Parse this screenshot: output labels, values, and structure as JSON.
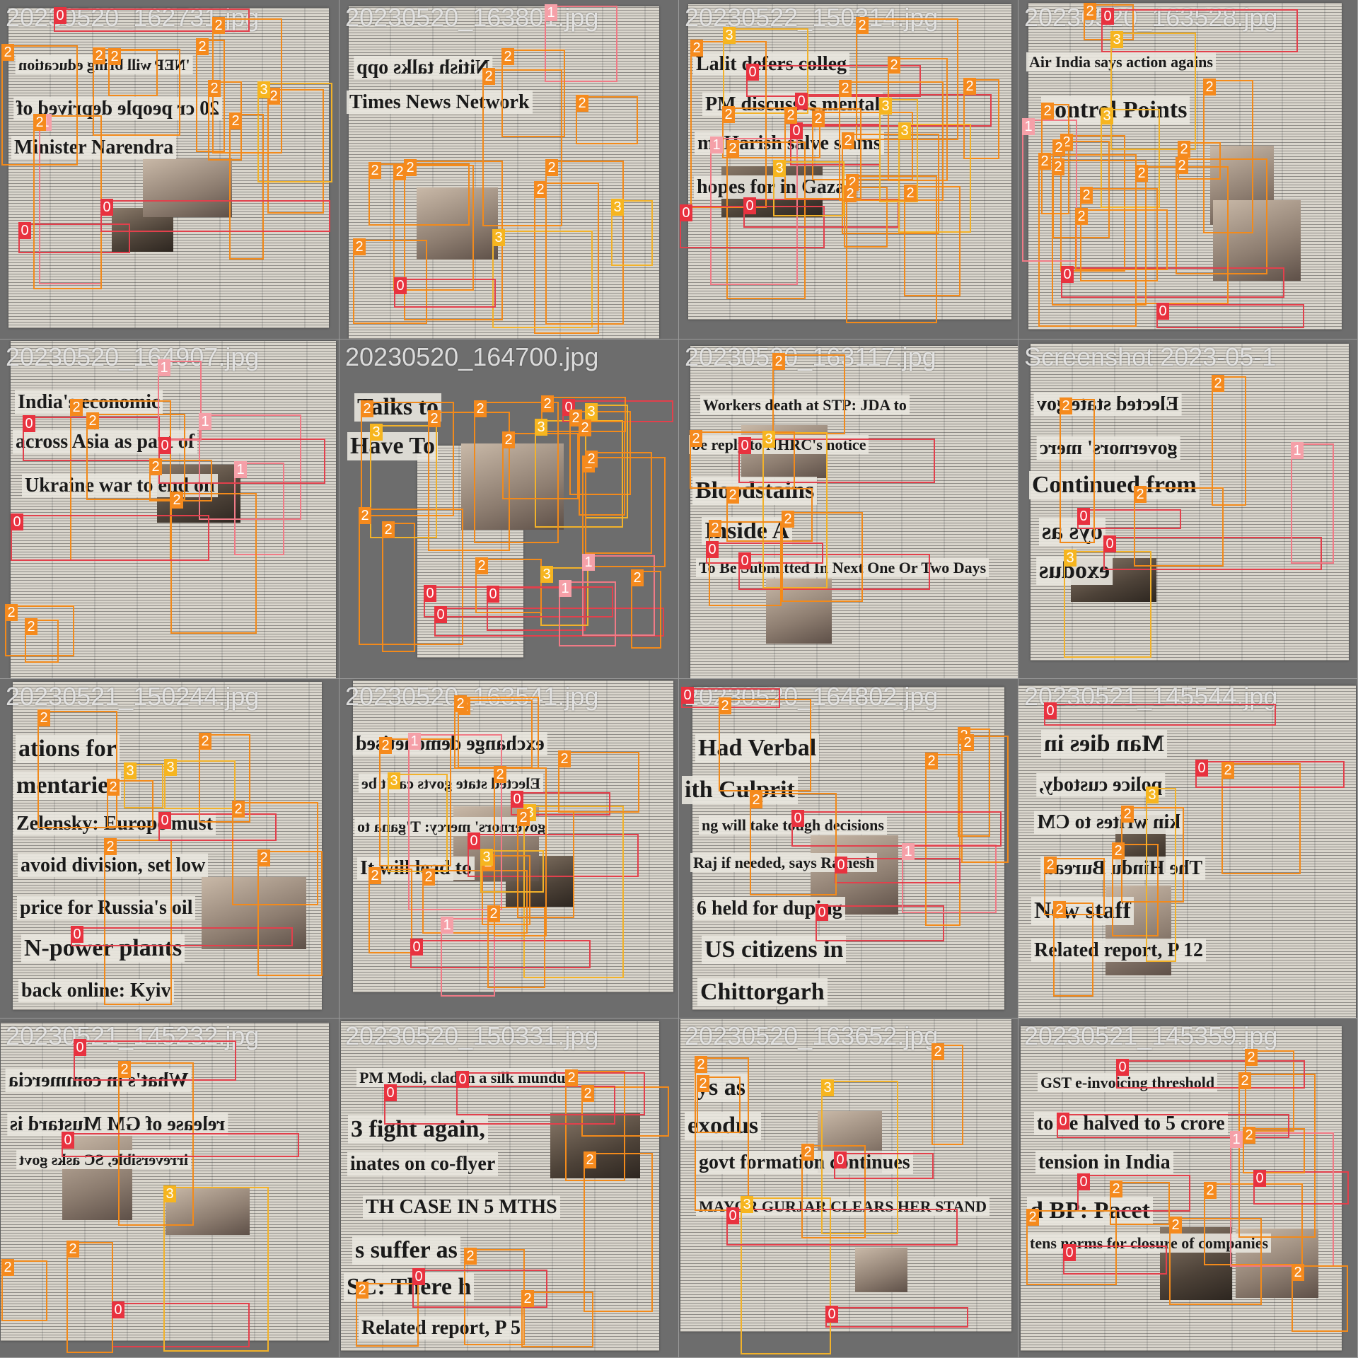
{
  "class_colors": {
    "0": "#e8323f",
    "1": "#f5a0a8",
    "2": "#f58a1d",
    "3": "#f6b51f"
  },
  "tiles": [
    {
      "id": "t00",
      "col": 0,
      "row": 0,
      "filename": "20230520_162731.jpg",
      "headlines": [
        {
          "text": "'NEP will bring education",
          "mirrored": true
        },
        {
          "text": "20 cr people deprived of",
          "mirrored": true
        },
        {
          "text": "Minister Narendra",
          "mirrored": false
        }
      ],
      "labels": [
        {
          "c": "2"
        },
        {
          "c": "2"
        },
        {
          "c": "1"
        },
        {
          "c": "2"
        },
        {
          "c": "0"
        },
        {
          "c": "0"
        },
        {
          "c": "2"
        },
        {
          "c": "3"
        },
        {
          "c": "2"
        },
        {
          "c": "2"
        },
        {
          "c": "2"
        },
        {
          "c": "2"
        },
        {
          "c": "0"
        },
        {
          "c": "2"
        }
      ]
    },
    {
      "id": "t01",
      "col": 1,
      "row": 0,
      "filename": "20230520_163801.jpg",
      "headlines": [
        {
          "text": "Nitish talks opp",
          "mirrored": true
        },
        {
          "text": "Times News Network",
          "mirrored": false
        }
      ],
      "labels": [
        {
          "c": "2"
        },
        {
          "c": "3"
        },
        {
          "c": "2"
        },
        {
          "c": "2"
        },
        {
          "c": "2"
        },
        {
          "c": "2"
        },
        {
          "c": "1"
        },
        {
          "c": "2"
        },
        {
          "c": "2"
        },
        {
          "c": "0"
        },
        {
          "c": "2"
        },
        {
          "c": "3"
        },
        {
          "c": "2"
        }
      ]
    },
    {
      "id": "t02",
      "col": 2,
      "row": 0,
      "filename": "20230522_150314.jpg",
      "headlines": [
        {
          "text": "Lalit defers colleg",
          "mirrored": false
        },
        {
          "text": "PM discusses mental",
          "mirrored": false
        },
        {
          "text": "m, Harish salve slams",
          "mirrored": false
        },
        {
          "text": "hopes for in Gaza",
          "mirrored": false
        }
      ],
      "labels": [
        {
          "c": "2"
        },
        {
          "c": "2"
        },
        {
          "c": "0"
        },
        {
          "c": "2"
        },
        {
          "c": "0"
        },
        {
          "c": "0"
        },
        {
          "c": "3"
        },
        {
          "c": "2"
        },
        {
          "c": "1"
        },
        {
          "c": "3"
        },
        {
          "c": "2"
        },
        {
          "c": "2"
        },
        {
          "c": "2"
        },
        {
          "c": "0"
        },
        {
          "c": "0"
        },
        {
          "c": "2"
        },
        {
          "c": "2"
        },
        {
          "c": "2"
        },
        {
          "c": "3"
        },
        {
          "c": "3"
        },
        {
          "c": "2"
        },
        {
          "c": "2"
        },
        {
          "c": "2"
        }
      ]
    },
    {
      "id": "t03",
      "col": 3,
      "row": 0,
      "filename": "20230520_163528.jpg",
      "headlines": [
        {
          "text": "Air India says action agains",
          "mirrored": false
        },
        {
          "text": "control Points",
          "mirrored": false
        }
      ],
      "labels": [
        {
          "c": "2"
        },
        {
          "c": "2"
        },
        {
          "c": "2"
        },
        {
          "c": "2"
        },
        {
          "c": "0"
        },
        {
          "c": "0"
        },
        {
          "c": "1"
        },
        {
          "c": "2"
        },
        {
          "c": "2"
        },
        {
          "c": "3"
        },
        {
          "c": "2"
        },
        {
          "c": "2"
        },
        {
          "c": "2"
        },
        {
          "c": "2"
        },
        {
          "c": "3"
        },
        {
          "c": "2"
        },
        {
          "c": "0"
        },
        {
          "c": "2"
        }
      ]
    },
    {
      "id": "t10",
      "col": 0,
      "row": 1,
      "filename": "20230520_164907.jpg",
      "headlines": [
        {
          "text": "India's economic",
          "mirrored": false
        },
        {
          "text": "across Asia as part of",
          "mirrored": false
        },
        {
          "text": "Ukraine war to end on",
          "mirrored": false
        }
      ],
      "labels": [
        {
          "c": "1"
        },
        {
          "c": "2"
        },
        {
          "c": "1"
        },
        {
          "c": "0"
        },
        {
          "c": "2"
        },
        {
          "c": "2"
        },
        {
          "c": "2"
        },
        {
          "c": "0"
        },
        {
          "c": "0"
        },
        {
          "c": "2"
        },
        {
          "c": "2"
        },
        {
          "c": "1"
        }
      ]
    },
    {
      "id": "t11",
      "col": 1,
      "row": 1,
      "filename": "20230520_164700.jpg",
      "headlines": [
        {
          "text": "Talks to",
          "mirrored": false
        },
        {
          "text": "Have To",
          "mirrored": false
        }
      ],
      "labels": [
        {
          "c": "2"
        },
        {
          "c": "3"
        },
        {
          "c": "2"
        },
        {
          "c": "2"
        },
        {
          "c": "0"
        },
        {
          "c": "0"
        },
        {
          "c": "0"
        },
        {
          "c": "1"
        },
        {
          "c": "2"
        },
        {
          "c": "2"
        },
        {
          "c": "3"
        },
        {
          "c": "2"
        },
        {
          "c": "2"
        },
        {
          "c": "2"
        },
        {
          "c": "2"
        },
        {
          "c": "3"
        },
        {
          "c": "0"
        },
        {
          "c": "2"
        },
        {
          "c": "3"
        },
        {
          "c": "2"
        },
        {
          "c": "2"
        },
        {
          "c": "1"
        },
        {
          "c": "2"
        }
      ]
    },
    {
      "id": "t12",
      "col": 2,
      "row": 1,
      "filename": "20230520_163117.jpg",
      "headlines": [
        {
          "text": "Workers death at STP: JDA to",
          "mirrored": false
        },
        {
          "text": "be reply to NHRC's notice",
          "mirrored": false
        },
        {
          "text": "Bloodstains",
          "mirrored": false
        },
        {
          "text": "Inside A",
          "mirrored": false
        },
        {
          "text": "To Be Submitted In Next One Or Two Days",
          "mirrored": false
        }
      ],
      "labels": [
        {
          "c": "0"
        },
        {
          "c": "0"
        },
        {
          "c": "0"
        },
        {
          "c": "2"
        },
        {
          "c": "3"
        },
        {
          "c": "2"
        },
        {
          "c": "2"
        },
        {
          "c": "2"
        },
        {
          "c": "2"
        }
      ]
    },
    {
      "id": "t13",
      "col": 3,
      "row": 1,
      "filename": "Screenshot 2023-05-1",
      "headlines": [
        {
          "text": "Elected state gov",
          "mirrored": true
        },
        {
          "text": "governors' merc",
          "mirrored": true
        },
        {
          "text": "Continued from",
          "mirrored": false
        },
        {
          "text": "oys as",
          "mirrored": true
        },
        {
          "text": "exodus",
          "mirrored": true
        }
      ],
      "labels": [
        {
          "c": "0"
        },
        {
          "c": "0"
        },
        {
          "c": "1"
        },
        {
          "c": "3"
        },
        {
          "c": "2"
        },
        {
          "c": "2"
        },
        {
          "c": "2"
        }
      ]
    },
    {
      "id": "t20",
      "col": 0,
      "row": 2,
      "filename": "20230521_150244.jpg",
      "headlines": [
        {
          "text": "ations for",
          "mirrored": false
        },
        {
          "text": "mentaries",
          "mirrored": false
        },
        {
          "text": "Zelensky: Europe must",
          "mirrored": false
        },
        {
          "text": "avoid division, set low",
          "mirrored": false
        },
        {
          "text": "price for Russia's oil",
          "mirrored": false
        },
        {
          "text": "N-power plants",
          "mirrored": false
        },
        {
          "text": "back online: Kyiv",
          "mirrored": false
        }
      ],
      "labels": [
        {
          "c": "2"
        },
        {
          "c": "2"
        },
        {
          "c": "0"
        },
        {
          "c": "0"
        },
        {
          "c": "3"
        },
        {
          "c": "2"
        },
        {
          "c": "2"
        },
        {
          "c": "2"
        },
        {
          "c": "3"
        },
        {
          "c": "2"
        }
      ]
    },
    {
      "id": "t21",
      "col": 1,
      "row": 2,
      "filename": "20230520_163541.jpg",
      "headlines": [
        {
          "text": "exchange demonetised",
          "mirrored": true
        },
        {
          "text": "Elected state govts can't be",
          "mirrored": true
        },
        {
          "text": "governors' mercy: T'gana to",
          "mirrored": true
        },
        {
          "text": "It will lead to",
          "mirrored": false
        }
      ],
      "labels": [
        {
          "c": "0"
        },
        {
          "c": "1"
        },
        {
          "c": "2"
        },
        {
          "c": "3"
        },
        {
          "c": "2"
        },
        {
          "c": "2"
        },
        {
          "c": "0"
        },
        {
          "c": "0"
        },
        {
          "c": "2"
        },
        {
          "c": "1"
        },
        {
          "c": "3"
        },
        {
          "c": "2"
        },
        {
          "c": "2"
        },
        {
          "c": "2"
        },
        {
          "c": "2"
        },
        {
          "c": "3"
        },
        {
          "c": "2"
        },
        {
          "c": "2"
        }
      ]
    },
    {
      "id": "t22",
      "col": 2,
      "row": 2,
      "filename": "20230520_164802.jpg",
      "headlines": [
        {
          "text": "Had Verbal",
          "mirrored": false
        },
        {
          "text": "ith Culprit",
          "mirrored": false
        },
        {
          "text": "ng will take tough decisions",
          "mirrored": false
        },
        {
          "text": "Raj if needed, says Ramesh",
          "mirrored": false
        },
        {
          "text": "6 held for duping",
          "mirrored": false
        },
        {
          "text": "US citizens in",
          "mirrored": false
        },
        {
          "text": "Chittorgarh",
          "mirrored": false
        }
      ],
      "labels": [
        {
          "c": "0"
        },
        {
          "c": "1"
        },
        {
          "c": "2"
        },
        {
          "c": "2"
        },
        {
          "c": "2"
        },
        {
          "c": "2"
        },
        {
          "c": "0"
        },
        {
          "c": "0"
        },
        {
          "c": "0"
        },
        {
          "c": "2"
        }
      ]
    },
    {
      "id": "t23",
      "col": 3,
      "row": 2,
      "filename": "20230521_145544.jpg",
      "headlines": [
        {
          "text": "Man dies in",
          "mirrored": true
        },
        {
          "text": "police custody,",
          "mirrored": true
        },
        {
          "text": "kin writes to CM",
          "mirrored": true
        },
        {
          "text": "The Hindu Bureau",
          "mirrored": true
        },
        {
          "text": "New staff",
          "mirrored": false
        },
        {
          "text": "Related report, P 12",
          "mirrored": false
        }
      ],
      "labels": [
        {
          "c": "2"
        },
        {
          "c": "2"
        },
        {
          "c": "0"
        },
        {
          "c": "0"
        },
        {
          "c": "2"
        },
        {
          "c": "3"
        },
        {
          "c": "2"
        },
        {
          "c": "2"
        }
      ]
    },
    {
      "id": "t30",
      "col": 0,
      "row": 3,
      "filename": "20230521_145232.jpg",
      "headlines": [
        {
          "text": "What's in commercia",
          "mirrored": true
        },
        {
          "text": "release of GM Mustard is",
          "mirrored": true
        },
        {
          "text": "irreversible, SC asks govt",
          "mirrored": true
        }
      ],
      "labels": [
        {
          "c": "0"
        },
        {
          "c": "0"
        },
        {
          "c": "3"
        },
        {
          "c": "2"
        },
        {
          "c": "0"
        },
        {
          "c": "2"
        },
        {
          "c": "2"
        }
      ]
    },
    {
      "id": "t31",
      "col": 1,
      "row": 3,
      "filename": "20230520_150331.jpg",
      "headlines": [
        {
          "text": "PM Modi, clad in a silk mundu,",
          "mirrored": false
        },
        {
          "text": "3 fight again,",
          "mirrored": false
        },
        {
          "text": "inates on co-flyer",
          "mirrored": false
        },
        {
          "text": "TH CASE IN 5 MTHS",
          "mirrored": false
        },
        {
          "text": "s suffer as",
          "mirrored": false
        },
        {
          "text": "SC: There h",
          "mirrored": false
        },
        {
          "text": "Related report, P 5",
          "mirrored": false
        }
      ],
      "labels": [
        {
          "c": "2"
        },
        {
          "c": "2"
        },
        {
          "c": "2"
        },
        {
          "c": "0"
        },
        {
          "c": "2"
        },
        {
          "c": "2"
        },
        {
          "c": "2"
        },
        {
          "c": "0"
        },
        {
          "c": "0"
        }
      ]
    },
    {
      "id": "t32",
      "col": 2,
      "row": 3,
      "filename": "20230520_163652.jpg",
      "headlines": [
        {
          "text": "ys as",
          "mirrored": false
        },
        {
          "text": "exodus",
          "mirrored": false
        },
        {
          "text": "govt formation continues",
          "mirrored": false
        },
        {
          "text": "MAYOR GURJAR CLEARS HER STAND",
          "mirrored": false
        }
      ],
      "labels": [
        {
          "c": "2"
        },
        {
          "c": "0"
        },
        {
          "c": "3"
        },
        {
          "c": "2"
        },
        {
          "c": "2"
        },
        {
          "c": "2"
        },
        {
          "c": "0"
        },
        {
          "c": "3"
        },
        {
          "c": "0"
        }
      ]
    },
    {
      "id": "t33",
      "col": 3,
      "row": 3,
      "filename": "20230521_145359.jpg",
      "headlines": [
        {
          "text": "GST e-invoicing threshold",
          "mirrored": false
        },
        {
          "text": "to be halved to 5 crore",
          "mirrored": false
        },
        {
          "text": "tension in India",
          "mirrored": false
        },
        {
          "text": "d BP: Pacet",
          "mirrored": false
        },
        {
          "text": "tens norms for closure of companies",
          "mirrored": false
        }
      ],
      "labels": [
        {
          "c": "2"
        },
        {
          "c": "2"
        },
        {
          "c": "0"
        },
        {
          "c": "0"
        },
        {
          "c": "0"
        },
        {
          "c": "1"
        },
        {
          "c": "2"
        },
        {
          "c": "2"
        },
        {
          "c": "2"
        },
        {
          "c": "2"
        },
        {
          "c": "2"
        },
        {
          "c": "0"
        },
        {
          "c": "0"
        },
        {
          "c": "2"
        }
      ]
    }
  ]
}
